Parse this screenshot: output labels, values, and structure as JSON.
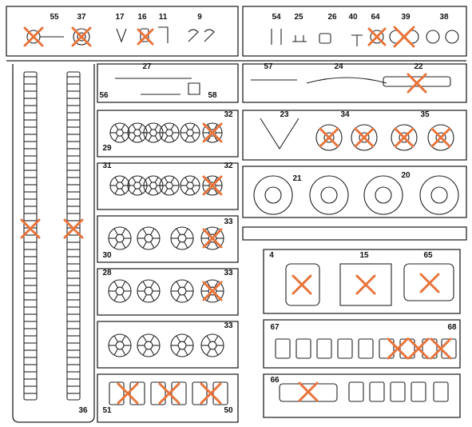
{
  "sheet": {
    "cross_color": "#e8743b",
    "ink_color": "#222222",
    "labels": [
      "55",
      "37",
      "17",
      "16",
      "11",
      "9",
      "54",
      "25",
      "26",
      "40",
      "64",
      "39",
      "38",
      "57",
      "24",
      "22",
      "27",
      "56",
      "58",
      "23",
      "34",
      "35",
      "32",
      "29",
      "31",
      "32",
      "30",
      "33",
      "28",
      "33",
      "33",
      "21",
      "20",
      "4",
      "15",
      "65",
      "67",
      "68",
      "66",
      "36",
      "51",
      "50"
    ]
  }
}
